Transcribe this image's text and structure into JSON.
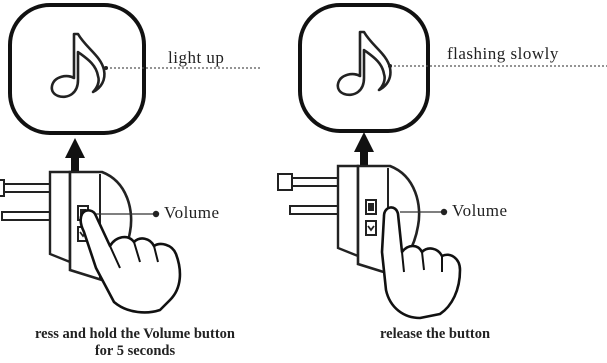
{
  "left_panel": {
    "status_label": "light up",
    "button_label": "Volume",
    "caption_line1": "ress and hold the Volume button",
    "caption_line2": "for 5 seconds"
  },
  "right_panel": {
    "status_label": "flashing slowly",
    "button_label": "Volume",
    "caption_line1": "release the button"
  }
}
